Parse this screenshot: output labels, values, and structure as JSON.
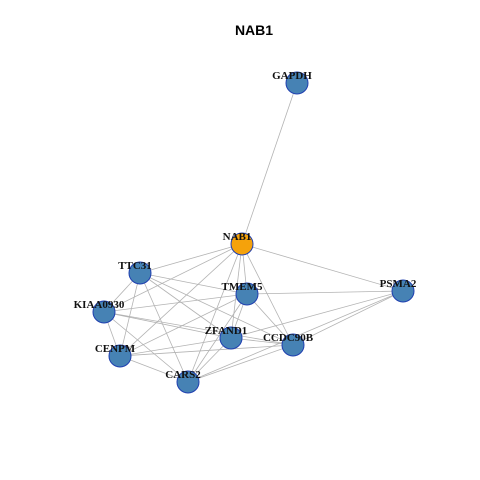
{
  "title": "NAB1",
  "colors": {
    "center_fill": "#f5a20b",
    "node_fill": "#4682b4",
    "node_stroke": "#1f3fb0",
    "edge": "#b3b3b3"
  },
  "nodes": [
    {
      "id": "GAPDH",
      "label": "GAPDH",
      "center": false
    },
    {
      "id": "NAB1",
      "label": "NAB1",
      "center": true
    },
    {
      "id": "TTC31",
      "label": "TTC31",
      "center": false
    },
    {
      "id": "PSMA2",
      "label": "PSMA2",
      "center": false
    },
    {
      "id": "TMEM5",
      "label": "TMEM5",
      "center": false
    },
    {
      "id": "KIAA0930",
      "label": "KIAA0930",
      "center": false
    },
    {
      "id": "ZFAND1",
      "label": "ZFAND1",
      "center": false
    },
    {
      "id": "CCDC90B",
      "label": "CCDC90B",
      "center": false
    },
    {
      "id": "CENPM",
      "label": "CENPM",
      "center": false
    },
    {
      "id": "CARS2",
      "label": "CARS2",
      "center": false
    }
  ],
  "edges": [
    [
      "NAB1",
      "GAPDH"
    ],
    [
      "NAB1",
      "TTC31"
    ],
    [
      "NAB1",
      "PSMA2"
    ],
    [
      "NAB1",
      "TMEM5"
    ],
    [
      "NAB1",
      "KIAA0930"
    ],
    [
      "NAB1",
      "ZFAND1"
    ],
    [
      "NAB1",
      "CCDC90B"
    ],
    [
      "NAB1",
      "CENPM"
    ],
    [
      "NAB1",
      "CARS2"
    ],
    [
      "TTC31",
      "TMEM5"
    ],
    [
      "TTC31",
      "ZFAND1"
    ],
    [
      "TTC31",
      "CCDC90B"
    ],
    [
      "TTC31",
      "CENPM"
    ],
    [
      "TTC31",
      "CARS2"
    ],
    [
      "TTC31",
      "KIAA0930"
    ],
    [
      "KIAA0930",
      "TMEM5"
    ],
    [
      "KIAA0930",
      "ZFAND1"
    ],
    [
      "KIAA0930",
      "CCDC90B"
    ],
    [
      "KIAA0930",
      "CENPM"
    ],
    [
      "KIAA0930",
      "CARS2"
    ],
    [
      "TMEM5",
      "PSMA2"
    ],
    [
      "TMEM5",
      "ZFAND1"
    ],
    [
      "TMEM5",
      "CCDC90B"
    ],
    [
      "TMEM5",
      "CENPM"
    ],
    [
      "TMEM5",
      "CARS2"
    ],
    [
      "PSMA2",
      "ZFAND1"
    ],
    [
      "PSMA2",
      "CCDC90B"
    ],
    [
      "PSMA2",
      "CARS2"
    ],
    [
      "ZFAND1",
      "CCDC90B"
    ],
    [
      "ZFAND1",
      "CENPM"
    ],
    [
      "ZFAND1",
      "CARS2"
    ],
    [
      "CCDC90B",
      "CENPM"
    ],
    [
      "CCDC90B",
      "CARS2"
    ],
    [
      "CENPM",
      "CARS2"
    ]
  ]
}
